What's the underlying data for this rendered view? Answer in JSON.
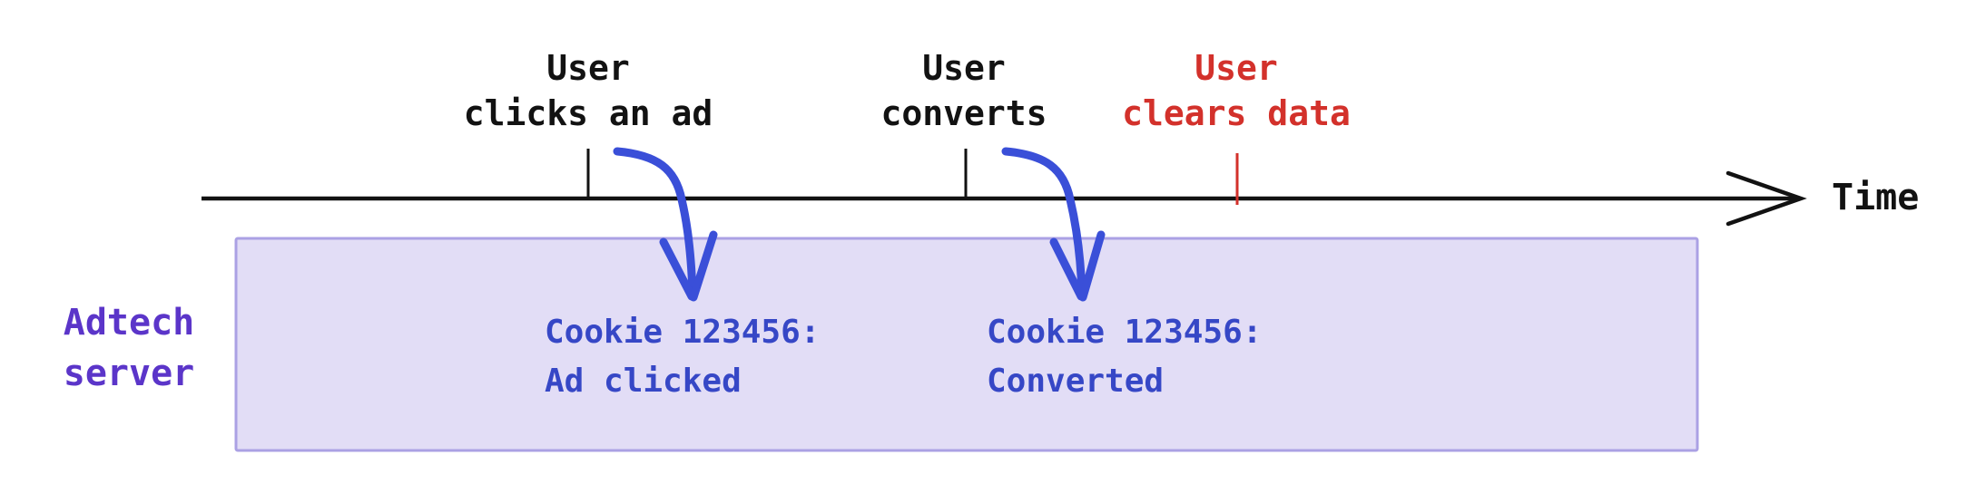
{
  "timeline": {
    "axis_label": "Time",
    "events": [
      {
        "name": "user-clicks-ad",
        "line1": "User",
        "line2": "clicks an ad"
      },
      {
        "name": "user-converts",
        "line1": "User",
        "line2": "converts"
      },
      {
        "name": "user-clears-data",
        "line1": "User",
        "line2": "clears data"
      }
    ]
  },
  "adtech": {
    "line1": "Adtech",
    "line2": "server"
  },
  "records": [
    {
      "line1": "Cookie 123456:",
      "line2": "Ad clicked"
    },
    {
      "line1": "Cookie 123456:",
      "line2": "Converted"
    }
  ],
  "colors": {
    "axis_black": "#121212",
    "alert_red": "#d3312b",
    "accent_purple": "#5b35c9",
    "record_blue": "#3647c6",
    "arrow_blue": "#3a4fd8",
    "box_fill": "#e2ddf6",
    "box_border": "#aba1e4"
  }
}
